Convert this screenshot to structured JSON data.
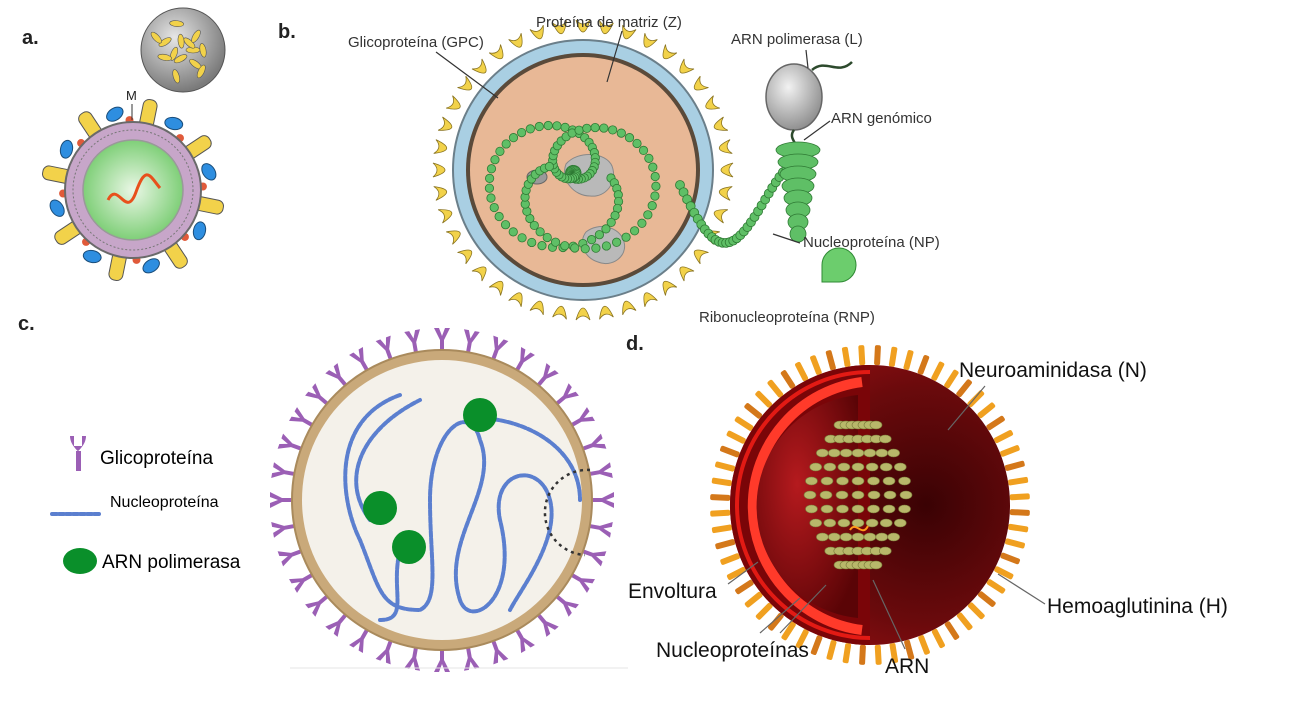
{
  "panels": {
    "a": {
      "letter": "a.",
      "label_m": "M"
    },
    "b": {
      "letter": "b.",
      "labels": {
        "gpc": "Glicoproteína (GPC)",
        "matrix": "Proteína de matriz (Z)",
        "polymerase": "ARN polimerasa (L)",
        "genomic": "ARN genómico",
        "np": "Nucleoproteína (NP)",
        "rnp": "Ribonucleoproteína (RNP)"
      }
    },
    "c": {
      "letter": "c.",
      "legend": {
        "glycoprotein": "Glicoproteína",
        "nucleoprotein": "Nucleoproteína",
        "polymerase": "ARN polimerasa"
      }
    },
    "d": {
      "letter": "d.",
      "labels": {
        "neuraminidase": "Neuroaminidasa (N)",
        "envelope": "Envoltura",
        "hemagglutinin": "Hemoaglutinina (H)",
        "nucleoproteins": "Nucleoproteínas",
        "rna": "ARN"
      }
    }
  },
  "colors": {
    "yellow_spike": "#f2d24a",
    "blue_layer": "#a9cfe3",
    "lumen_b": "#e8b896",
    "green_bead": "#5fbf66",
    "purple": "#9b5fb5",
    "tan_envelope": "#c9a97a",
    "polymerase_green": "#0a8f2a",
    "red_virion": "#c4141a",
    "orange_spike": "#f0a020"
  }
}
